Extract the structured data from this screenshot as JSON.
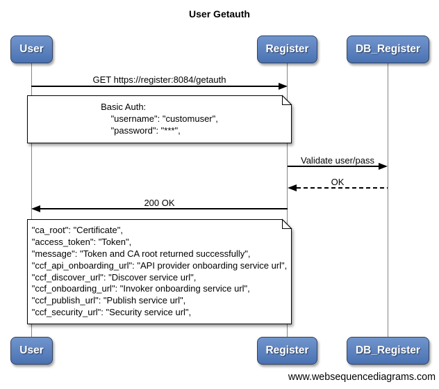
{
  "title": "User Getauth",
  "watermark": "www.websequencediagrams.com",
  "actors": [
    {
      "name": "User"
    },
    {
      "name": "Register"
    },
    {
      "name": "DB_Register"
    }
  ],
  "messages": [
    {
      "label": "GET https://register:8084/getauth",
      "from": "User",
      "to": "Register",
      "line": "solid"
    },
    {
      "label": "Validate user/pass",
      "from": "Register",
      "to": "DB_Register",
      "line": "solid"
    },
    {
      "label": "OK",
      "from": "DB_Register",
      "to": "Register",
      "line": "dashed"
    },
    {
      "label": "200 OK",
      "from": "Register",
      "to": "User",
      "line": "solid"
    }
  ],
  "notes": [
    {
      "lines": [
        "Basic Auth:",
        "    \"username\": \"customuser\",",
        "    \"password\": \"***\","
      ]
    },
    {
      "lines": [
        "\"ca_root\": \"Certificate\",",
        "\"access_token\": \"Token\",",
        "\"message\": \"Token and CA root returned successfully\",",
        "\"ccf_api_onboarding_url\": \"API provider onboarding service url\",",
        "\"ccf_discover_url\": \"Discover service url\",",
        "\"ccf_onboarding_url\": \"Invoker onboarding service url\",",
        "\"ccf_publish_url\": \"Publish service url\",",
        "\"ccf_security_url\": \"Security service url\","
      ]
    }
  ],
  "colors": {
    "actor_fill_top": "#7195cd",
    "actor_fill_bottom": "#4a72b2",
    "actor_border": "#32415f",
    "lifeline": "#848484",
    "message_line": "#000000",
    "note_bg": "#ffffff",
    "note_border": "#000000"
  }
}
